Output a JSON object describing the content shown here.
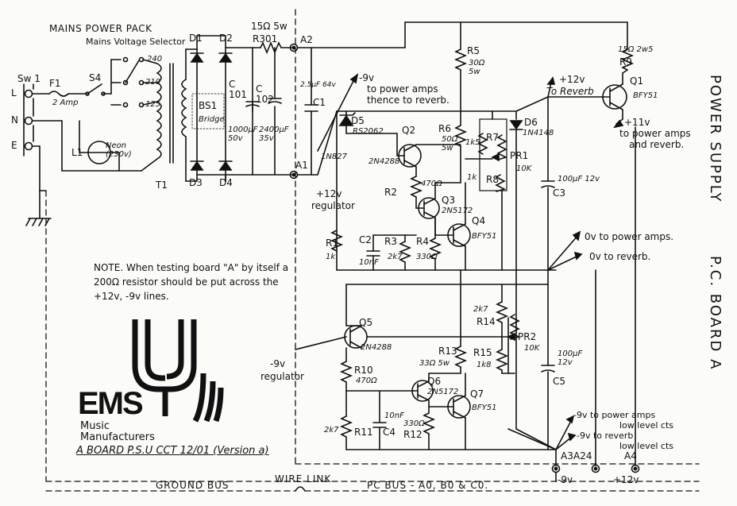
{
  "header": {
    "pack_title": "MAINS POWER PACK",
    "voltage_selector": "Mains Voltage Selector",
    "taps": [
      "240",
      "210",
      "125"
    ]
  },
  "titles": {
    "power_supply": "POWER SUPPLY",
    "board": "P.C. BOARD A"
  },
  "mains": {
    "switch": "Sw 1",
    "live": "L",
    "neutral": "N",
    "earth": "E",
    "fuse": "F1",
    "fuse_rating": "2 Amp",
    "switch2": "S4",
    "lamp": "L1",
    "lamp_label": "Neon (230v)",
    "transformer": "T1"
  },
  "bridge": {
    "diodes": [
      "D1",
      "D2",
      "D3",
      "D4"
    ],
    "name": "BS1",
    "note": "Bridge"
  },
  "caps": {
    "c101_name": "C 101",
    "c101_val": "1000µF 50v",
    "c102_name": "C 102",
    "c102_val": "2400µF 35v",
    "c1_name": "C1",
    "c1_val": "2.5µF 64v",
    "c2_name": "C2",
    "c2_val": "10nF",
    "c3_name": "C3",
    "c3_val": "100µF 12v",
    "c4_name": "C4",
    "c4_val": "10nF",
    "c5_name": "C5",
    "c5_val": "100µF 12v"
  },
  "resistors": {
    "r301": "R301",
    "r301_val": "15Ω 5w",
    "r5": "R5",
    "r5_val": "30Ω 5w",
    "r6": "R6",
    "r6_val": "50Ω 5w",
    "r7": "R7",
    "r7_val": "1k5",
    "r8": "R8",
    "r8_val": "1k",
    "r9": "R9",
    "r9_val": "15Ω 2w5",
    "r1": "R1",
    "r1_val": "1k",
    "r2": "R2",
    "r2_val": "470Ω",
    "r3": "R3",
    "r3_val": "2k7",
    "r4": "R4",
    "r4_val": "330Ω",
    "r10": "R10",
    "r10_val": "470Ω",
    "r11": "R11",
    "r11_val": "2k7",
    "r12": "R12",
    "r12_val": "330Ω",
    "r13": "R13",
    "r13_val": "33Ω 5w",
    "r14": "R14",
    "r14_val": "2k7",
    "r15": "R15",
    "r15_val": "1k8",
    "pr1": "PR1",
    "pr1_val": "10K",
    "pr2": "PR2",
    "pr2_val": "10K"
  },
  "semis": {
    "d5": "D5",
    "d5_type": "RS2062",
    "d5_note": "1N827",
    "d6": "D6",
    "d6_type": "1N4148",
    "q1": "Q1",
    "q1_type": "BFY51",
    "q2": "Q2",
    "q2_type": "2N4288",
    "q3": "Q3",
    "q3_type": "2N5172",
    "q4": "Q4",
    "q4_type": "BFY51",
    "q5": "Q5",
    "q5_type": "2N4288",
    "q6": "Q6",
    "q6_type": "2N5172",
    "q7": "Q7",
    "q7_type": "BFY51"
  },
  "nodes": {
    "a1": "A1",
    "a2": "A2",
    "a3": "A3",
    "a4": "A4",
    "a24": "A24"
  },
  "annotations": {
    "neg9_amps": "-9v",
    "neg9_amps2": "to power amps",
    "neg9_amps3": "thence to reverb.",
    "plus12": "+12v",
    "to_reverb": "To Reverb",
    "plus11": "+11v",
    "plus11_b": "to power amps",
    "plus11_c": "and reverb.",
    "reg12": "+12v",
    "reg12_b": "regulator",
    "reg9": "-9v",
    "reg9_b": "regulator",
    "ov_amps": "0v  to power amps.",
    "ov_reverb": "0v  to reverb.",
    "neg9_ll_1": "-9v  to power amps",
    "neg9_ll_2": "low level cts",
    "neg9_ll_3": "-9v  to reverb",
    "neg9_ll_4": "low level cts",
    "out_neg9": "-9v",
    "out_plus12": "+12v"
  },
  "note": {
    "text": "NOTE.  When testing board \"A\" by itself a 200Ω resistor should be put across the +12v, -9v  lines."
  },
  "logo": {
    "brand": "EMS",
    "line1": "Music",
    "line2": "Manufacturers"
  },
  "footer": {
    "caption": "A BOARD   P.S.U  CCT   12/01 (Version a)",
    "ground_bus": "GROUND BUS",
    "wire_link": "WIRE LINK",
    "pc_bus": "PC BUS - A0, B0 & C0."
  }
}
